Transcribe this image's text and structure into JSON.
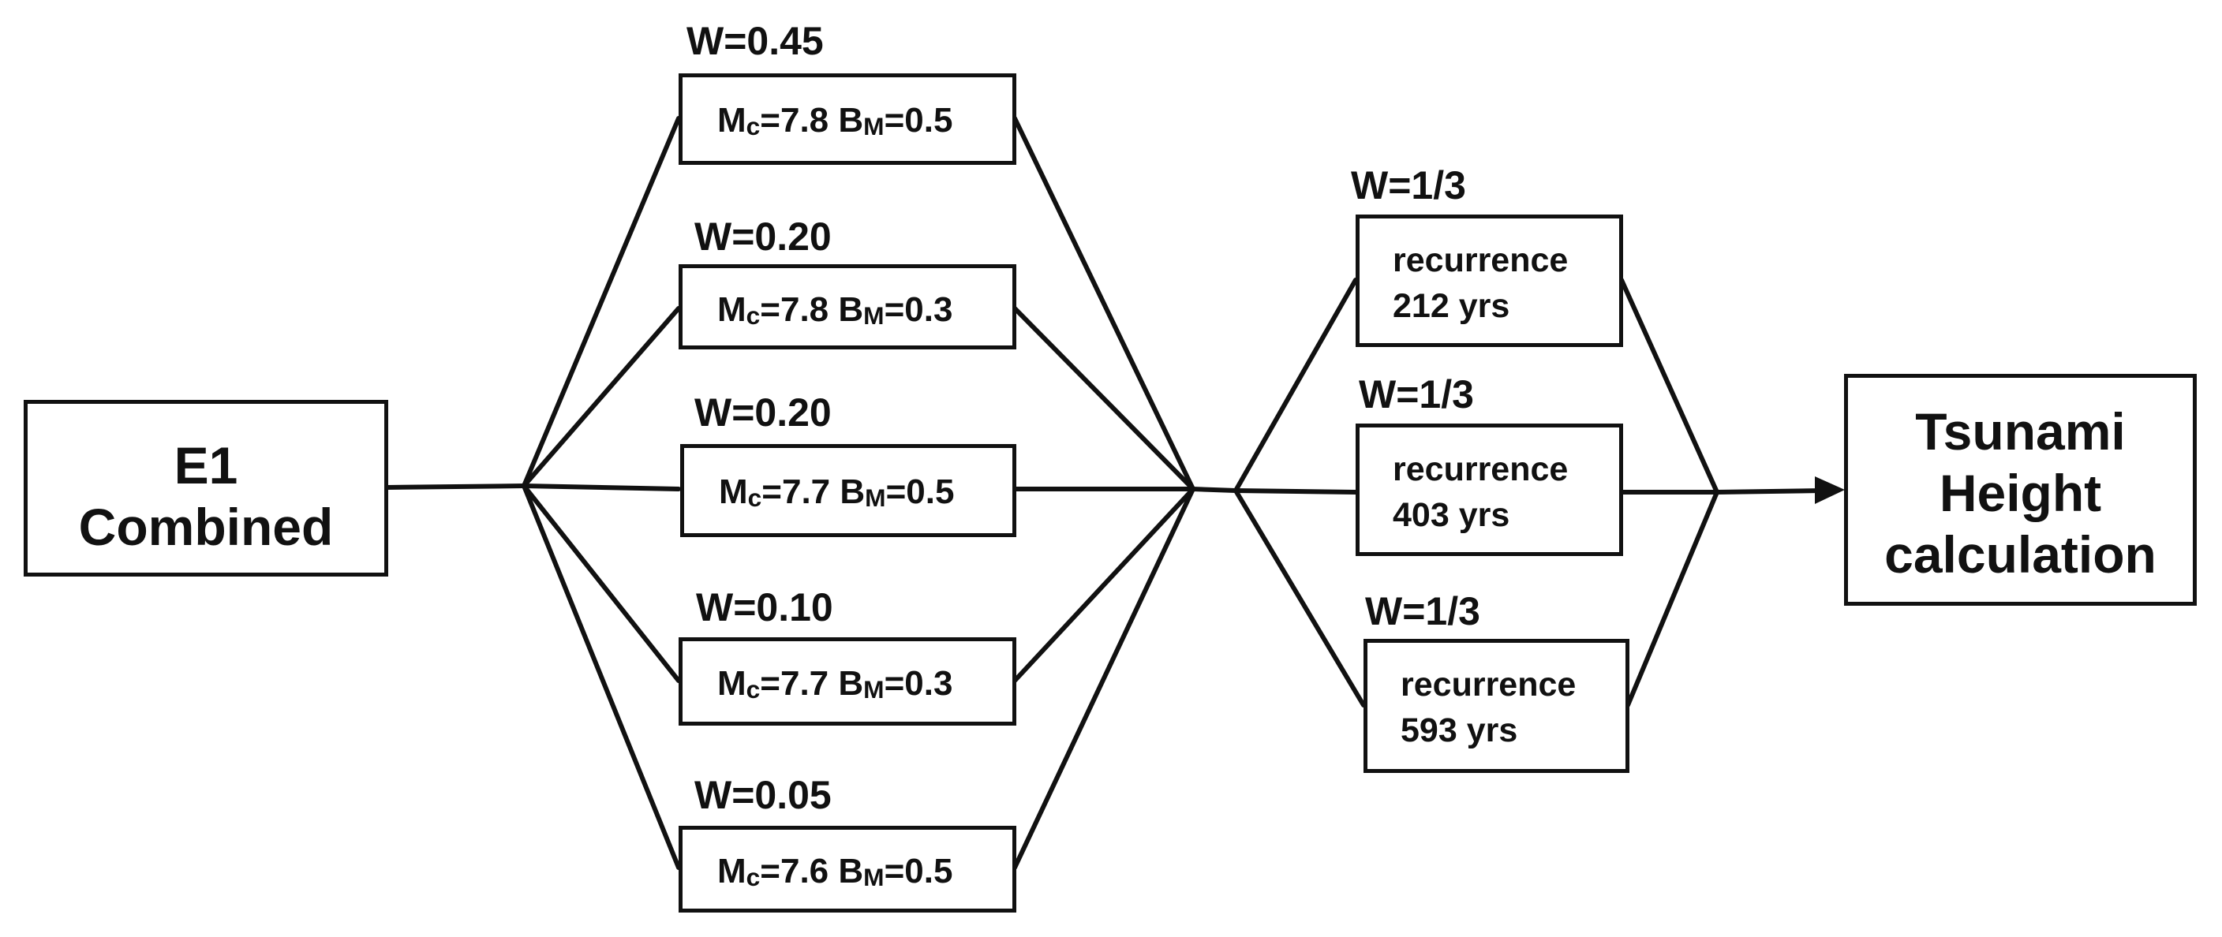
{
  "source": {
    "line1": "E1",
    "line2": "Combined"
  },
  "branches1": [
    {
      "weight": "W=0.45",
      "mc_prefix": "M",
      "mc_sub": "c",
      "mc_value": "=7.8",
      "bm_prefix": "B",
      "bm_sub": "M",
      "bm_value": "=0.5"
    },
    {
      "weight": "W=0.20",
      "mc_prefix": "M",
      "mc_sub": "c",
      "mc_value": "=7.8",
      "bm_prefix": "B",
      "bm_sub": "M",
      "bm_value": "=0.3"
    },
    {
      "weight": "W=0.20",
      "mc_prefix": "M",
      "mc_sub": "c",
      "mc_value": "=7.7",
      "bm_prefix": "B",
      "bm_sub": "M",
      "bm_value": "=0.5"
    },
    {
      "weight": "W=0.10",
      "mc_prefix": "M",
      "mc_sub": "c",
      "mc_value": "=7.7",
      "bm_prefix": "B",
      "bm_sub": "M",
      "bm_value": "=0.3"
    },
    {
      "weight": "W=0.05",
      "mc_prefix": "M",
      "mc_sub": "c",
      "mc_value": "=7.6",
      "bm_prefix": "B",
      "bm_sub": "M",
      "bm_value": "=0.5"
    }
  ],
  "branches2": [
    {
      "weight": "W=1/3",
      "line1": "recurrence",
      "line2": "212 yrs"
    },
    {
      "weight": "W=1/3",
      "line1": "recurrence",
      "line2": "403 yrs"
    },
    {
      "weight": "W=1/3",
      "line1": "recurrence",
      "line2": "593 yrs"
    }
  ],
  "target": {
    "line1": "Tsunami",
    "line2": "Height",
    "line3": "calculation"
  }
}
